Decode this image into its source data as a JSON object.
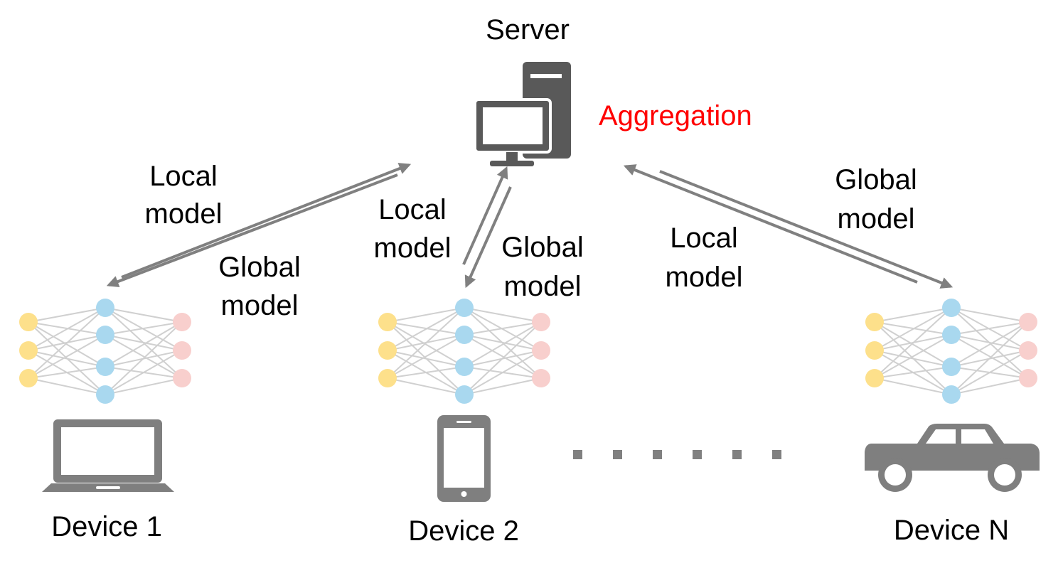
{
  "server": {
    "label": "Server",
    "aggregation": "Aggregation",
    "aggregation_color": "#ff0000"
  },
  "links": {
    "device1": {
      "up": [
        "Local",
        "model"
      ],
      "down": [
        "Global",
        "model"
      ]
    },
    "device2": {
      "up": [
        "Local",
        "model"
      ],
      "down": [
        "Global",
        "model"
      ]
    },
    "deviceN": {
      "up": [
        "Local",
        "model"
      ],
      "down": [
        "Global",
        "model"
      ]
    }
  },
  "devices": [
    {
      "label": "Device 1",
      "icon": "laptop-icon"
    },
    {
      "label": "Device 2",
      "icon": "smartphone-icon"
    },
    {
      "label": "Device N",
      "icon": "car-icon"
    }
  ],
  "colors": {
    "icon": "#7f7f7f",
    "server_icon": "#595959",
    "arrow": "#808080",
    "edge": "#d0d0d0",
    "input_node": "#fde08b",
    "hidden_node": "#a9d8ef",
    "output_node": "#f8cfcd",
    "text": "#000000"
  }
}
